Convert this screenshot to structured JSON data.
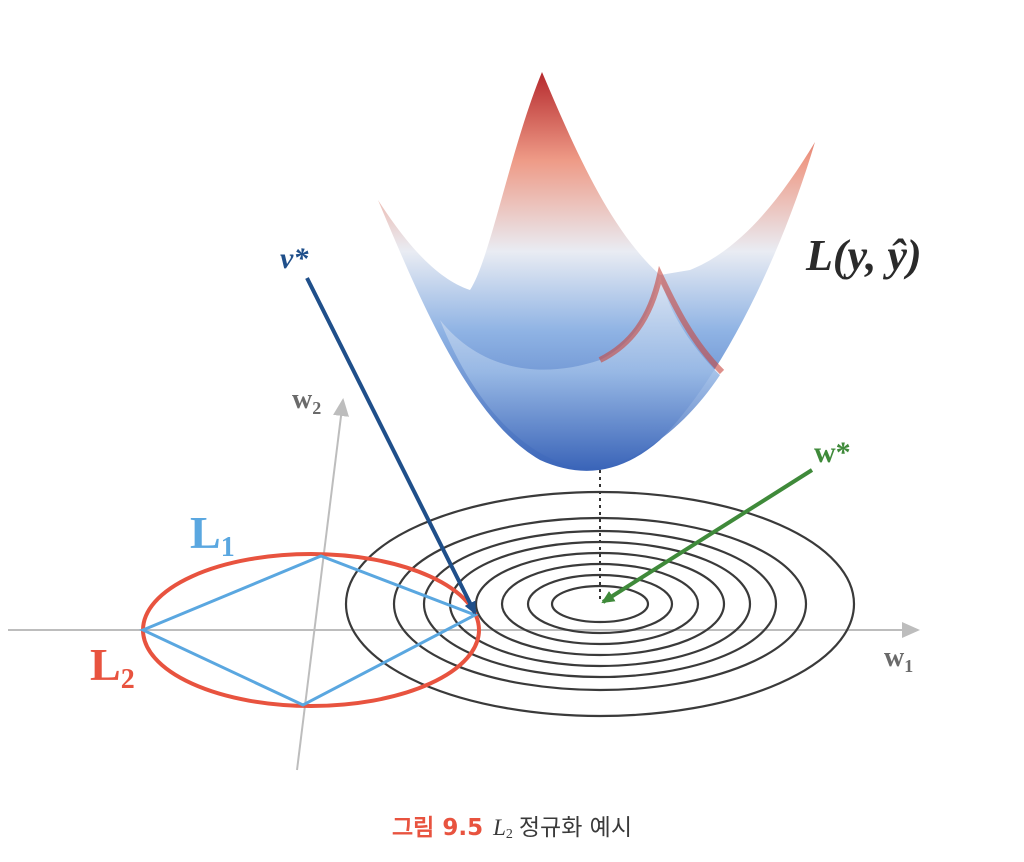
{
  "labels": {
    "loss": "L(y, ŷ)",
    "v_star": "v*",
    "w_star": "w*",
    "w1_main": "w",
    "w1_sub": "1",
    "w2_main": "w",
    "w2_sub": "2",
    "L1_main": "L",
    "L1_sub": "1",
    "L2_main": "L",
    "L2_sub": "2"
  },
  "caption": {
    "number": "그림 9.5",
    "symbol": "L",
    "symbol_sub": "2",
    "text": "정규화 예시"
  },
  "colors": {
    "l1": "#5aa7e0",
    "l2": "#e8533f",
    "v_arrow": "#1f4f8a",
    "w_arrow": "#3f8a3a",
    "contour": "#3a3a3a",
    "axis": "#bdbdbd",
    "surface_low": "#3a64b8",
    "surface_mid": "#e9ecf3",
    "surface_high": "#b5292d"
  },
  "contour_count": 8
}
